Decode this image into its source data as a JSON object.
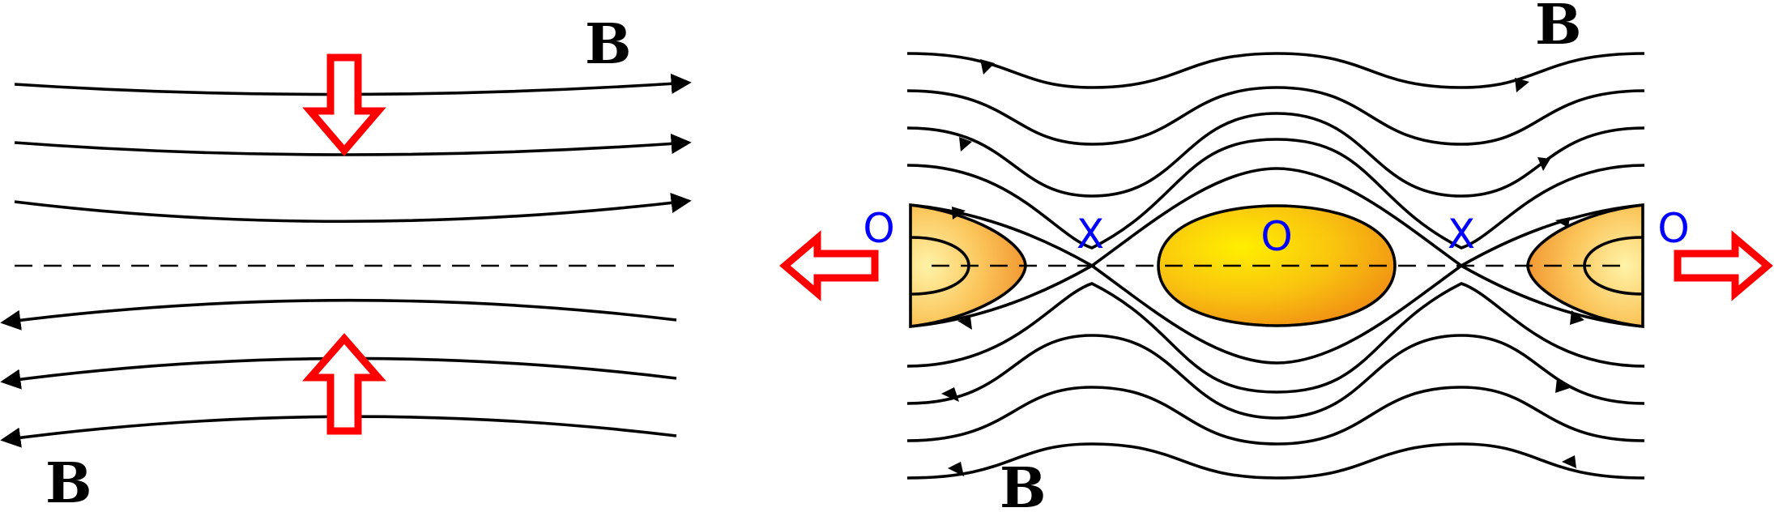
{
  "left_panel": {
    "labels": {
      "top_b": "B",
      "bottom_b": "B"
    }
  },
  "right_panel": {
    "labels": {
      "top_b": "B",
      "bottom_b": "B",
      "x_points": [
        "X",
        "X"
      ],
      "o_points": [
        "O",
        "O",
        "O"
      ]
    }
  },
  "colors": {
    "field_line": "#000000",
    "inflow_arrow": "#ff0000",
    "outflow_arrow": "#ff0000",
    "xo_label": "#0000ff",
    "island_center": "#ffef00",
    "island_edge": "#f08c14"
  }
}
